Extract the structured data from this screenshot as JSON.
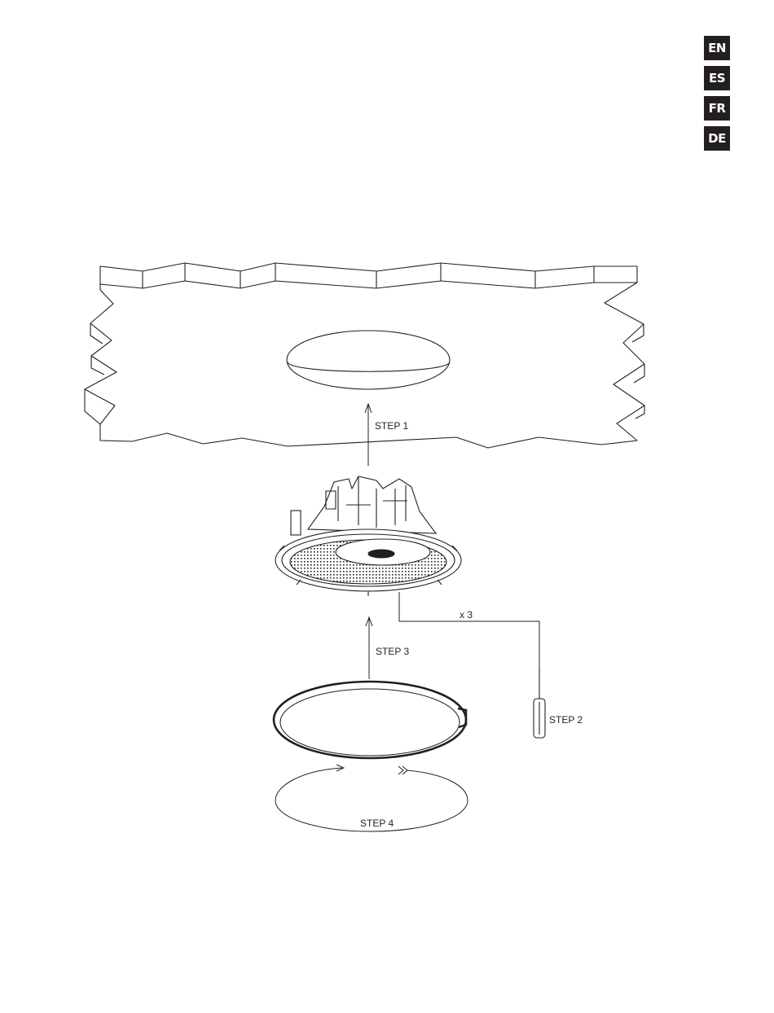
{
  "languages": [
    {
      "code": "EN"
    },
    {
      "code": "ES"
    },
    {
      "code": "FR"
    },
    {
      "code": "DE"
    }
  ],
  "diagram": {
    "step1": "STEP 1",
    "step2": "STEP 2",
    "step3": "STEP 3",
    "step4": "STEP 4",
    "quantity": "x 3"
  },
  "colors": {
    "ink": "#231f20",
    "tab_background": "#231f20",
    "tab_text": "#ffffff"
  }
}
